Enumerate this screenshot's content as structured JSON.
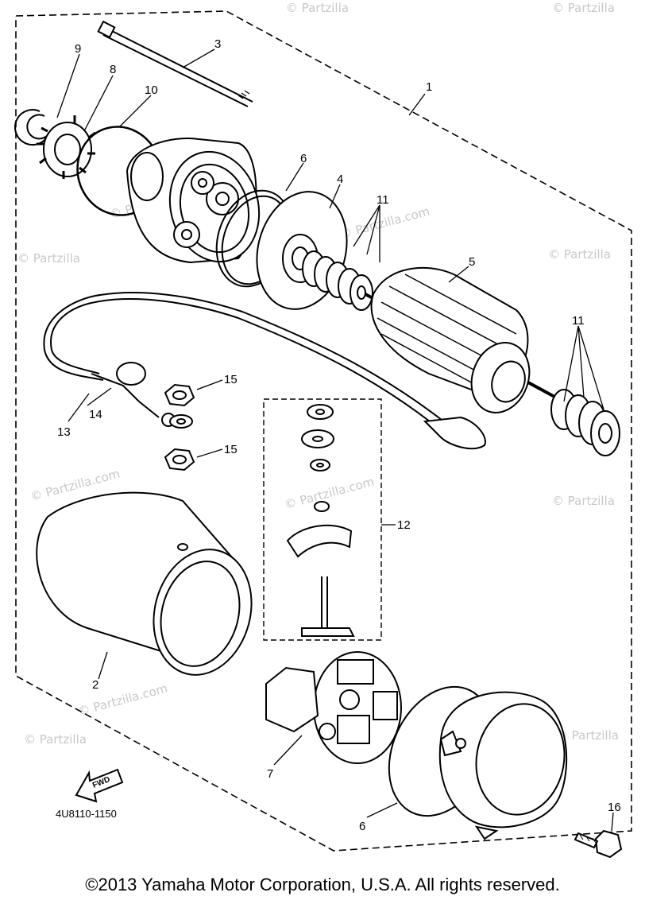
{
  "diagram": {
    "callouts": {
      "c1": "1",
      "c2": "2",
      "c3": "3",
      "c4": "4",
      "c5": "5",
      "c6a": "6",
      "c6b": "6",
      "c7": "7",
      "c8": "8",
      "c9": "9",
      "c10": "10",
      "c11a": "11",
      "c11b": "11",
      "c12": "12",
      "c13": "13",
      "c14": "14",
      "c15a": "15",
      "c15b": "15",
      "c16": "16"
    },
    "fwd_label": "FWD",
    "part_code": "4U8110-1150",
    "watermark": "© Partzilla.com",
    "watermark_short": "© Partzilla"
  },
  "footer": {
    "copyright": "©2013 Yamaha Motor Corporation, U.S.A. All rights reserved."
  }
}
